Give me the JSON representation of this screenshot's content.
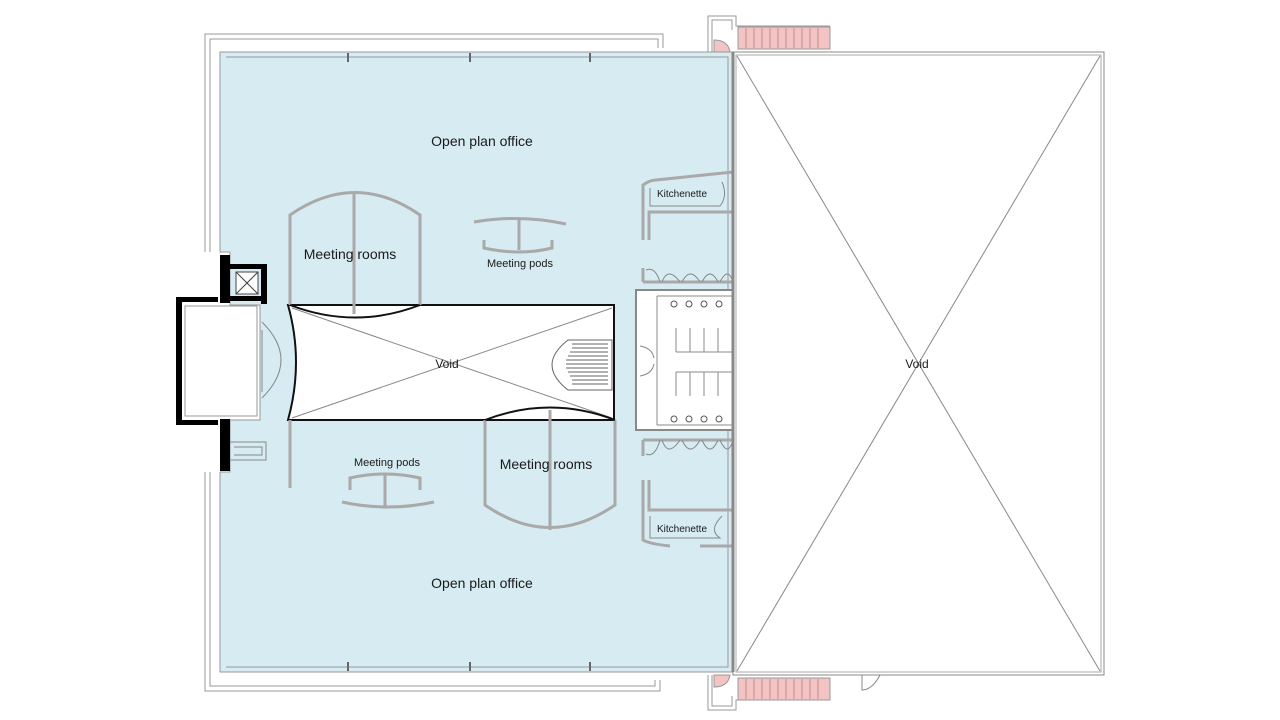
{
  "colors": {
    "office_fill": "#d6ebf2",
    "void_fill": "#ffffff",
    "wall_grey": "#a9a9a9",
    "core_black": "#000000",
    "stair_pink": "#f2c4c4"
  },
  "labels": {
    "open_plan_office_top": "Open plan office",
    "open_plan_office_bottom": "Open plan office",
    "meeting_rooms_top": "Meeting rooms",
    "meeting_rooms_bottom": "Meeting rooms",
    "meeting_pods_top": "Meeting pods",
    "meeting_pods_bottom": "Meeting pods",
    "void_atrium": "Void",
    "void_right": "Void",
    "kitchenette_top": "Kitchenette",
    "kitchenette_bottom": "Kitchenette"
  }
}
